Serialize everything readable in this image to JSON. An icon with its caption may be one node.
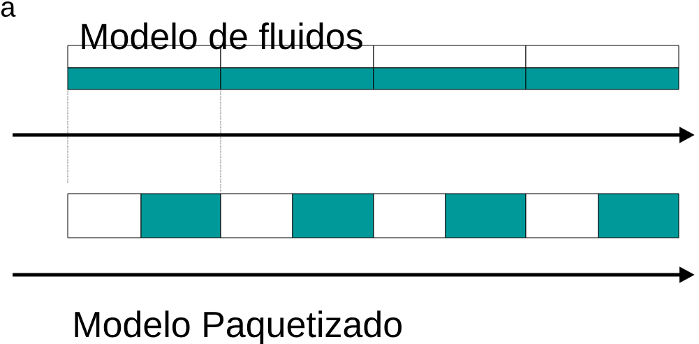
{
  "diagram": {
    "labels": [
      "a",
      "Modelo de fluidos",
      "Modelo Paquetizado"
    ]
  }
}
